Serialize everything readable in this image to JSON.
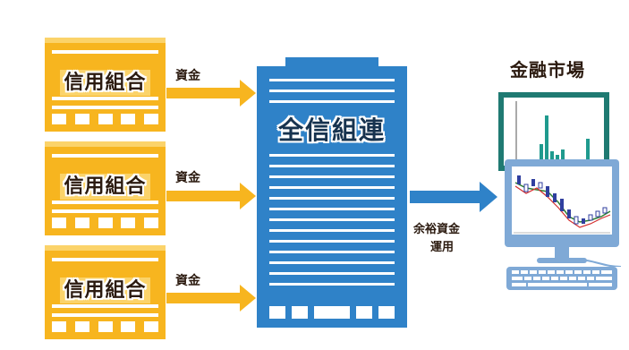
{
  "credit_unions": [
    {
      "label": "信用組合",
      "flow_label": "資金"
    },
    {
      "label": "信用組合",
      "flow_label": "資金"
    },
    {
      "label": "信用組合",
      "flow_label": "資金"
    }
  ],
  "central": {
    "label": "全信組連"
  },
  "outflow": {
    "label_line1": "余裕資金",
    "label_line2": "運用"
  },
  "market": {
    "label": "金融市場"
  },
  "colors": {
    "credit_union": "#f7b51f",
    "central": "#2f82c8",
    "monitor": "#7fa9d6",
    "chart_frame": "#1f7a72"
  }
}
